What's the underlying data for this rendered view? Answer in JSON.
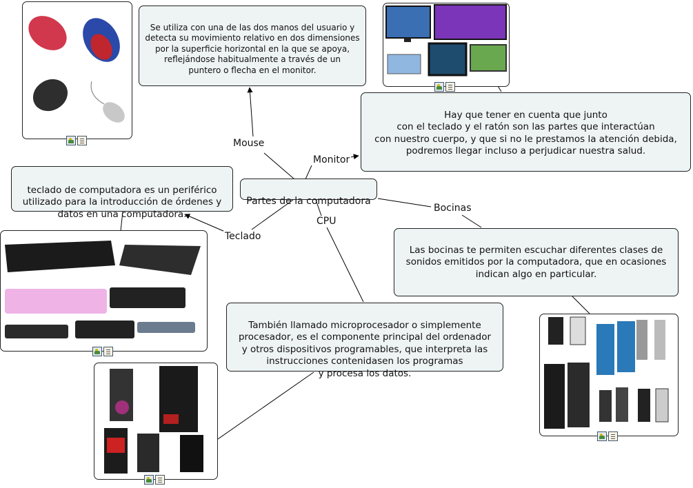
{
  "center": "Partes de la computadora",
  "links": {
    "mouse": "Mouse",
    "monitor": "Monitor",
    "teclado": "Teclado",
    "cpu": "CPU",
    "bocinas": "Bocinas"
  },
  "descriptions": {
    "mouse": "Se utiliza con una de las dos manos del usuario y\ndetecta su movimiento relativo en dos dimensiones\npor la superficie horizontal en la que se apoya,\nreflejándose habitualmente a través de un\npuntero o flecha en el monitor.",
    "monitor": "Hay que tener en cuenta que junto\ncon el teclado y el ratón son las partes que interactúan\ncon nuestro cuerpo, y que si no le prestamos la atención debida,\npodremos llegar incluso a perjudicar nuestra salud.",
    "teclado": "teclado de computadora es un periférico\nutilizado para la introducción de órdenes y\ndatos en una computadora.",
    "bocinas": "Las bocinas te permiten escuchar diferentes clases de\nsonidos emitidos por la computadora, que en ocasiones\nindican algo en particular.",
    "cpu": "También llamado microprocesador o simplemente\nprocesador, es el componente principal del ordenador\ny otros dispositivos programables, que interpreta las\ninstrucciones contenidasen los programas\ny procesa los datos."
  },
  "resource_icons": [
    "image-icon",
    "note-icon"
  ]
}
